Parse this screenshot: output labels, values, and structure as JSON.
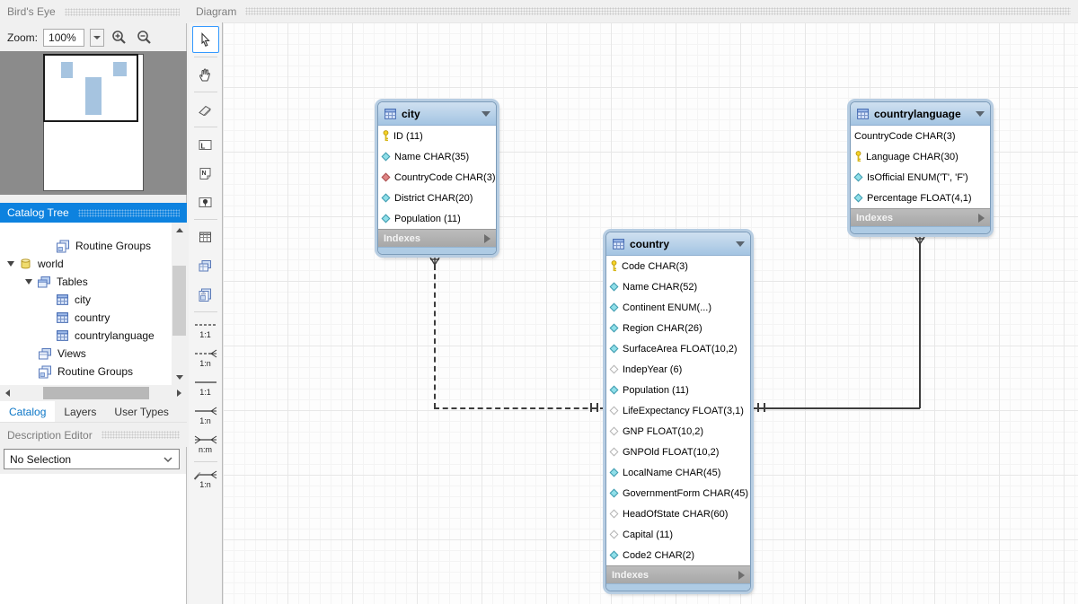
{
  "colors": {
    "accent_blue": "#0d82df",
    "table_header_blue": "#a9c9e6",
    "panel_bg": "#f0f0f0",
    "minimap_gray": "#8b8b8b",
    "diamond_filled": "#8fdfe9",
    "diamond_fk": "#e08585",
    "key_yellow": "#f5d327"
  },
  "birds_eye": {
    "title": "Bird's Eye",
    "zoom_label": "Zoom:",
    "zoom_value": "100%"
  },
  "catalog_tree": {
    "title": "Catalog Tree",
    "items": [
      {
        "label": "Routine Groups",
        "icon": "routine-group",
        "level": 2
      },
      {
        "label": "world",
        "icon": "schema",
        "level": 0,
        "expanded": true
      },
      {
        "label": "Tables",
        "icon": "tables",
        "level": 1,
        "expanded": true
      },
      {
        "label": "city",
        "icon": "table",
        "level": 2
      },
      {
        "label": "country",
        "icon": "table",
        "level": 2
      },
      {
        "label": "countrylanguage",
        "icon": "table",
        "level": 2
      },
      {
        "label": "Views",
        "icon": "views",
        "level": 1
      },
      {
        "label": "Routine Groups",
        "icon": "routine-group",
        "level": 1
      }
    ]
  },
  "side_tabs": {
    "items": [
      {
        "label": "Catalog",
        "active": true
      },
      {
        "label": "Layers",
        "active": false
      },
      {
        "label": "User Types",
        "active": false
      }
    ]
  },
  "description_editor": {
    "title": "Description Editor",
    "selection": "No Selection"
  },
  "diagram": {
    "title": "Diagram",
    "tools": [
      {
        "name": "select-tool",
        "icon": "cursor",
        "selected": true
      },
      {
        "name": "pan-tool",
        "icon": "hand"
      },
      {
        "name": "eraser-tool",
        "icon": "eraser"
      },
      {
        "name": "layer-tool",
        "icon": "layer"
      },
      {
        "name": "note-tool",
        "icon": "note"
      },
      {
        "name": "image-tool",
        "icon": "image"
      },
      {
        "name": "table-tool",
        "icon": "tablegrid"
      },
      {
        "name": "view-tool",
        "icon": "view"
      },
      {
        "name": "routine-group-tool",
        "icon": "routinegrp"
      },
      {
        "name": "rel-1-1-non-identifying-tool",
        "icon": "rel",
        "label": "1:1",
        "line": "dashed",
        "crow": false
      },
      {
        "name": "rel-1-n-non-identifying-tool",
        "icon": "rel",
        "label": "1:n",
        "line": "dashed",
        "crow": true
      },
      {
        "name": "rel-1-1-identifying-tool",
        "icon": "rel",
        "label": "1:1",
        "line": "solid",
        "crow": false
      },
      {
        "name": "rel-1-n-identifying-tool",
        "icon": "rel",
        "label": "1:n",
        "line": "solid",
        "crow": true
      },
      {
        "name": "rel-n-m-identifying-tool",
        "icon": "rel",
        "label": "n:m",
        "line": "solid",
        "crow": true,
        "crowLeft": true
      },
      {
        "name": "rel-1-n-existing-columns-tool",
        "icon": "rel",
        "label": "1:n",
        "line": "solid",
        "crow": true,
        "pencil": true
      }
    ],
    "tables": [
      {
        "name": "city",
        "footer": "Indexes",
        "columns": [
          {
            "icon": "key",
            "text": "ID (11)"
          },
          {
            "icon": "diamond-filled",
            "text": "Name CHAR(35)"
          },
          {
            "icon": "diamond-fk",
            "text": "CountryCode CHAR(3)"
          },
          {
            "icon": "diamond-filled",
            "text": "District CHAR(20)"
          },
          {
            "icon": "diamond-filled",
            "text": "Population (11)"
          }
        ]
      },
      {
        "name": "country",
        "footer": "Indexes",
        "columns": [
          {
            "icon": "key",
            "text": "Code CHAR(3)"
          },
          {
            "icon": "diamond-filled",
            "text": "Name CHAR(52)"
          },
          {
            "icon": "diamond-filled",
            "text": "Continent ENUM(...)"
          },
          {
            "icon": "diamond-filled",
            "text": "Region CHAR(26)"
          },
          {
            "icon": "diamond-filled",
            "text": "SurfaceArea FLOAT(10,2)"
          },
          {
            "icon": "diamond-hollow",
            "text": "IndepYear (6)"
          },
          {
            "icon": "diamond-filled",
            "text": "Population (11)"
          },
          {
            "icon": "diamond-hollow",
            "text": "LifeExpectancy FLOAT(3,1)"
          },
          {
            "icon": "diamond-hollow",
            "text": "GNP FLOAT(10,2)"
          },
          {
            "icon": "diamond-hollow",
            "text": "GNPOld FLOAT(10,2)"
          },
          {
            "icon": "diamond-filled",
            "text": "LocalName CHAR(45)"
          },
          {
            "icon": "diamond-filled",
            "text": "GovernmentForm CHAR(45)"
          },
          {
            "icon": "diamond-hollow",
            "text": "HeadOfState CHAR(60)"
          },
          {
            "icon": "diamond-hollow",
            "text": "Capital (11)"
          },
          {
            "icon": "diamond-filled",
            "text": "Code2 CHAR(2)"
          }
        ]
      },
      {
        "name": "countrylanguage",
        "footer": "Indexes",
        "columns": [
          {
            "icon": "none",
            "text": "CountryCode CHAR(3)"
          },
          {
            "icon": "key",
            "text": "Language CHAR(30)"
          },
          {
            "icon": "diamond-filled",
            "text": "IsOfficial ENUM('T', 'F')"
          },
          {
            "icon": "diamond-filled",
            "text": "Percentage FLOAT(4,1)"
          }
        ]
      }
    ],
    "relationships": [
      {
        "from": "city",
        "to": "country",
        "style": "dashed",
        "cardinality": "1:n"
      },
      {
        "from": "countrylanguage",
        "to": "country",
        "style": "solid",
        "cardinality": "1:n"
      }
    ]
  }
}
